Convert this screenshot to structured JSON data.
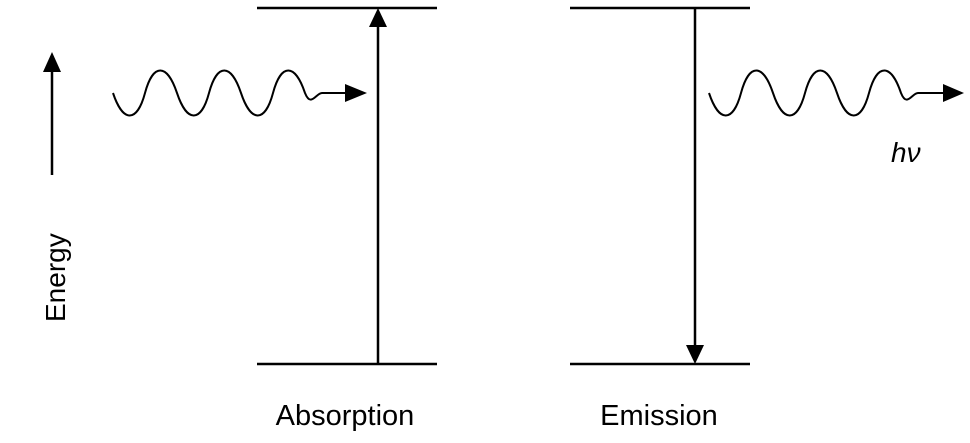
{
  "diagram": {
    "axis_label": "Energy",
    "absorption_label": "Absorption",
    "emission_label": "Emission",
    "photon_label": "hν"
  },
  "colors": {
    "ink": "#000000",
    "background": "#ffffff"
  }
}
